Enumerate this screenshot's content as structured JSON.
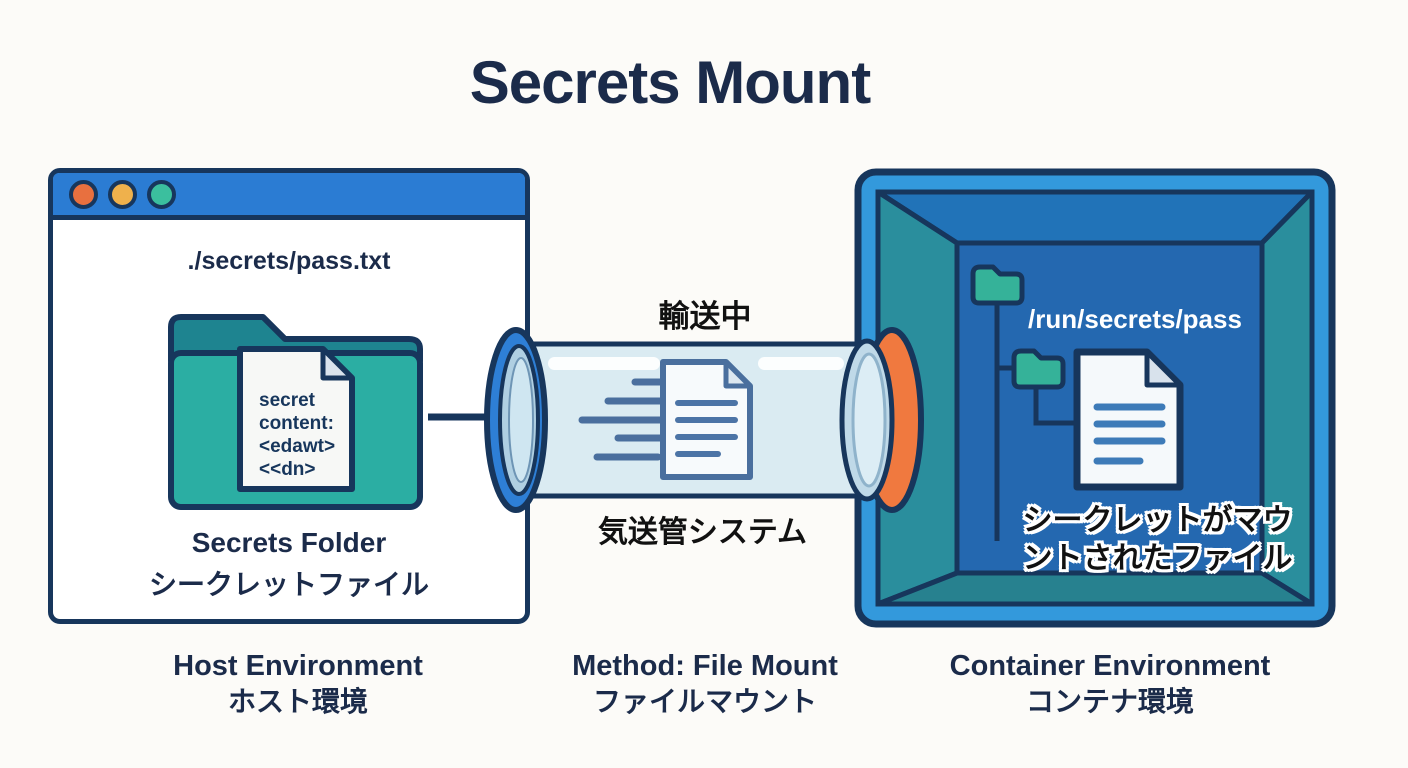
{
  "title": "Secrets Mount",
  "host": {
    "window_path": "./secrets/pass.txt",
    "secret_file_lines": [
      "secret",
      "content:",
      "<edawt>",
      "<<dn>"
    ],
    "folder_label_en": "Secrets Folder",
    "folder_label_ja": "シークレットファイル",
    "caption_en": "Host Environment",
    "caption_ja": "ホスト環境"
  },
  "transfer": {
    "in_transit_ja": "輸送中",
    "tube_system_ja": "気送管システム",
    "method_en": "Method: File Mount",
    "method_ja": "ファイルマウント"
  },
  "container": {
    "mount_path": "/run/secrets/pass",
    "mounted_file_ja_line1": "シークレットがマウ",
    "mounted_file_ja_line2": "ントされたファイル",
    "caption_en": "Container Environment",
    "caption_ja": "コンテナ環境"
  },
  "icons": {
    "window_dots": [
      "close-dot",
      "minimize-dot",
      "zoom-dot"
    ],
    "host_folder": "folder-icon",
    "secret_file": "document-icon",
    "tube": "pneumatic-tube-icon",
    "transit_file": "document-icon",
    "container_folders": "folder-icon",
    "mounted_file": "document-icon"
  },
  "colors": {
    "background": "#FCFBF8",
    "ink_outline": "#17365C",
    "text_navy": "#1B2B4A",
    "text_black": "#111111",
    "titlebar_blue": "#2B7CD3",
    "window_white": "#FFFFFF",
    "dot_red": "#E8703F",
    "dot_yellow": "#EFB14C",
    "dot_green": "#3BBF9E",
    "folder_teal": "#2BAEA3",
    "folder_tab_teal": "#1E8490",
    "tube_glass": "#D9EAF1",
    "tube_ring_blue": "#2E7FD6",
    "tube_ring_orange": "#F0793F",
    "speed_line_blue": "#4A6F9E",
    "container_frame_blue": "#3399DC",
    "container_back_blue": "#2468B0",
    "container_top_blue": "#2173B8",
    "container_side_teal": "#2A8E9D",
    "container_bottom_teal": "#27818F",
    "container_folder_teal": "#35B299",
    "doc_line_blue": "#3D7BB8",
    "path_text_white": "#FFFFFF"
  }
}
